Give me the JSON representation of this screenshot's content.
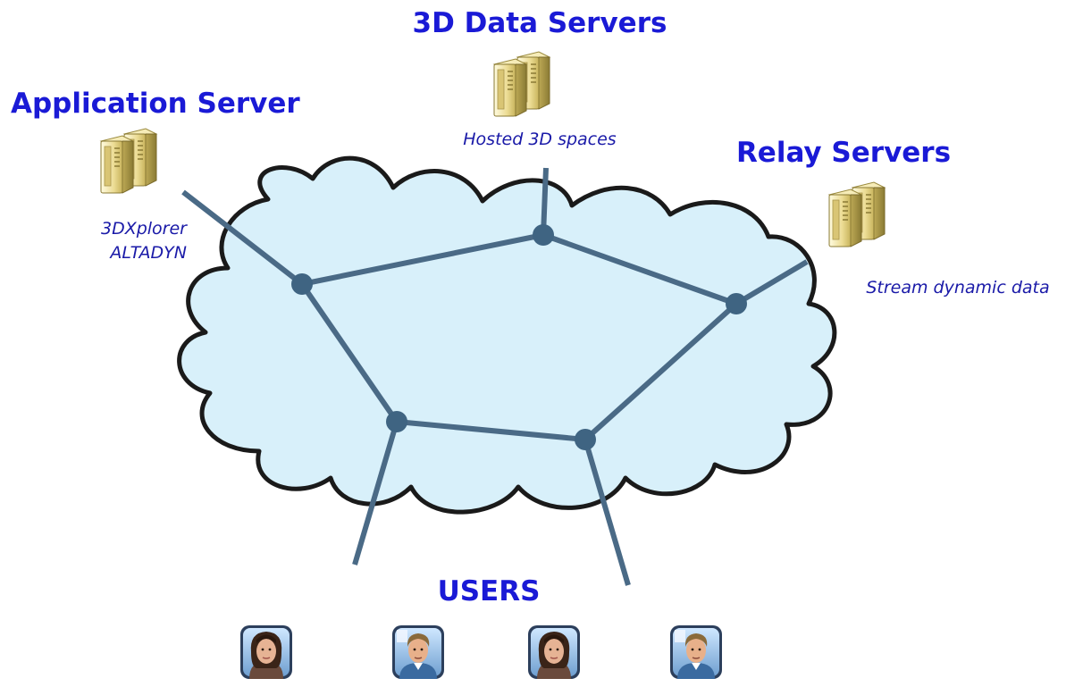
{
  "app_server": {
    "title": "Application Server",
    "caption_line1": "3DXplorer",
    "caption_line2": "ALTADYN"
  },
  "data_servers": {
    "title": "3D Data Servers",
    "caption": "Hosted 3D spaces"
  },
  "relay_servers": {
    "title": "Relay Servers",
    "caption": "Stream dynamic data"
  },
  "users": {
    "title": "USERS",
    "avatars": [
      "female-avatar",
      "male-avatar",
      "female-avatar",
      "male-avatar"
    ]
  },
  "colors": {
    "title_blue": "#1a1ad6",
    "caption_blue": "#1a1aa8",
    "cloud_fill": "#d8f0fa",
    "cloud_stroke": "#1a1a1a",
    "link": "#4a6a86",
    "node": "#3f6482",
    "server_body": "#e8d890"
  }
}
